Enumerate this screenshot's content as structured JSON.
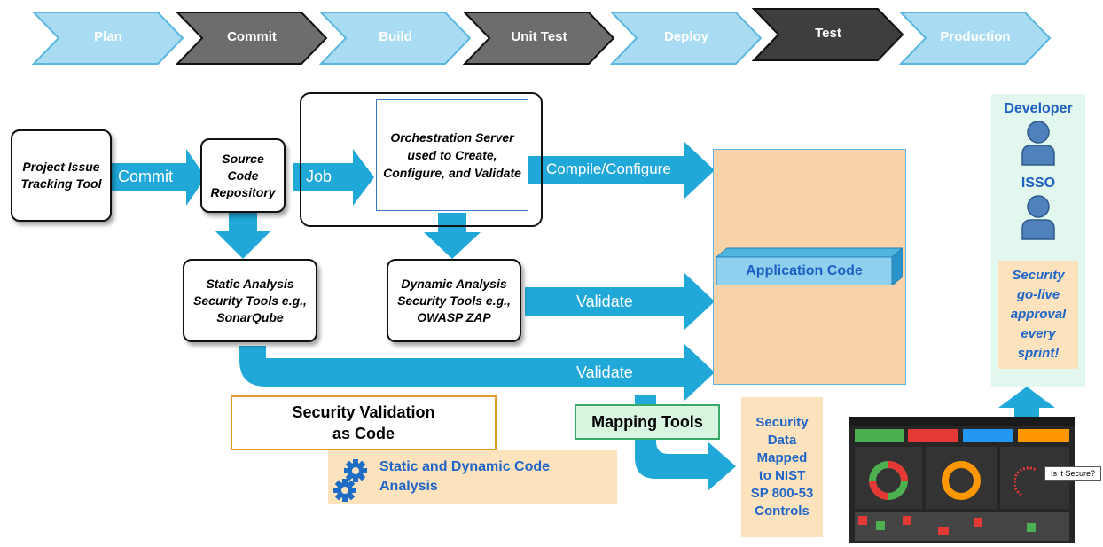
{
  "pipeline": {
    "stages": [
      {
        "label": "Plan",
        "style": "light"
      },
      {
        "label": "Commit",
        "style": "dark"
      },
      {
        "label": "Build",
        "style": "light"
      },
      {
        "label": "Unit Test",
        "style": "dark"
      },
      {
        "label": "Deploy",
        "style": "light"
      },
      {
        "label": "Test",
        "style": "dark"
      },
      {
        "label": "Production",
        "style": "light"
      }
    ]
  },
  "boxes": {
    "issue_tracker": "Project Issue Tracking Tool",
    "source_repo": "Source Code Repository",
    "orchestration": "Orchestration Server used to Create, Configure, and Validate",
    "static_analysis": "Static Analysis Security Tools e.g., SonarQube",
    "dynamic_analysis": "Dynamic Analysis Security Tools e.g., OWASP ZAP",
    "application_code": "Application Code",
    "security_validation": "Security Validation as Code",
    "static_dynamic": "Static and Dynamic Code Analysis",
    "mapping_tools": "Mapping Tools",
    "security_data": "Security Data Mapped to NIST SP 800-53 Controls"
  },
  "arrows": {
    "commit": "Commit",
    "job": "Job",
    "compile": "Compile/Configure",
    "validate1": "Validate",
    "validate2": "Validate"
  },
  "approvers": {
    "developer": "Developer",
    "isso": "ISSO",
    "note": "Security go-live approval every sprint!"
  },
  "dashboard": {
    "callout": "Is it Secure?"
  },
  "colors": {
    "arrow_blue": "#1fa8d8",
    "chevron_light": "#a9dcf2",
    "chevron_dark": "#6d6d6d",
    "app_box": "#f8d2a8",
    "note_bg": "#fde3bd",
    "mapping_bg": "#d7f5df",
    "approver_bg": "#e2f8ee"
  }
}
